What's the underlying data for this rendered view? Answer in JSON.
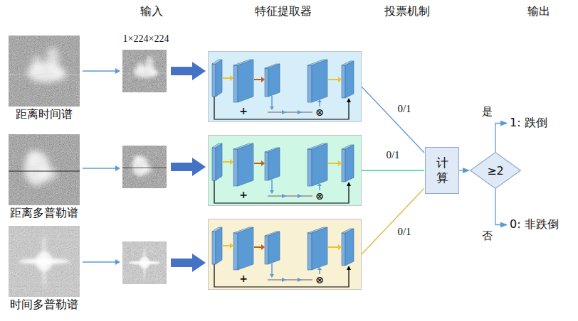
{
  "diagram": {
    "nodes": [
      {
        "text": [
          "距离时间谱"
        ]
      },
      {
        "text": [
          "距离多普勒谱"
        ]
      },
      {
        "text": [
          "时间多普勒谱"
        ]
      },
      {
        "text": [
          "+",
          "⊗"
        ]
      },
      {
        "text": [
          "+",
          "⊗"
        ]
      },
      {
        "text": [
          "+",
          "⊗"
        ]
      },
      {
        "text": [
          "计 算"
        ]
      },
      {
        "text": [
          "≥2"
        ]
      },
      {
        "text": [
          "1: 跌倒"
        ]
      },
      {
        "text": [
          "0: 非跌倒"
        ]
      }
    ],
    "edges": [
      {
        "from": 3,
        "to": 6,
        "label": "0/1",
        "arrow": "none"
      },
      {
        "from": 4,
        "to": 6,
        "label": "0/1",
        "arrow": "none"
      },
      {
        "from": 5,
        "to": 6,
        "label": "0/1",
        "arrow": "none"
      },
      {
        "from": 6,
        "to": 7,
        "arrow": "to"
      },
      {
        "from": 7,
        "to": 8,
        "label": "是",
        "arrow": "to"
      },
      {
        "from": 7,
        "to": 9,
        "label": "否",
        "arrow": "to"
      }
    ],
    "labels": [
      "输入",
      "特征提取器",
      "投票机制",
      "输出",
      "1×224×224"
    ]
  }
}
